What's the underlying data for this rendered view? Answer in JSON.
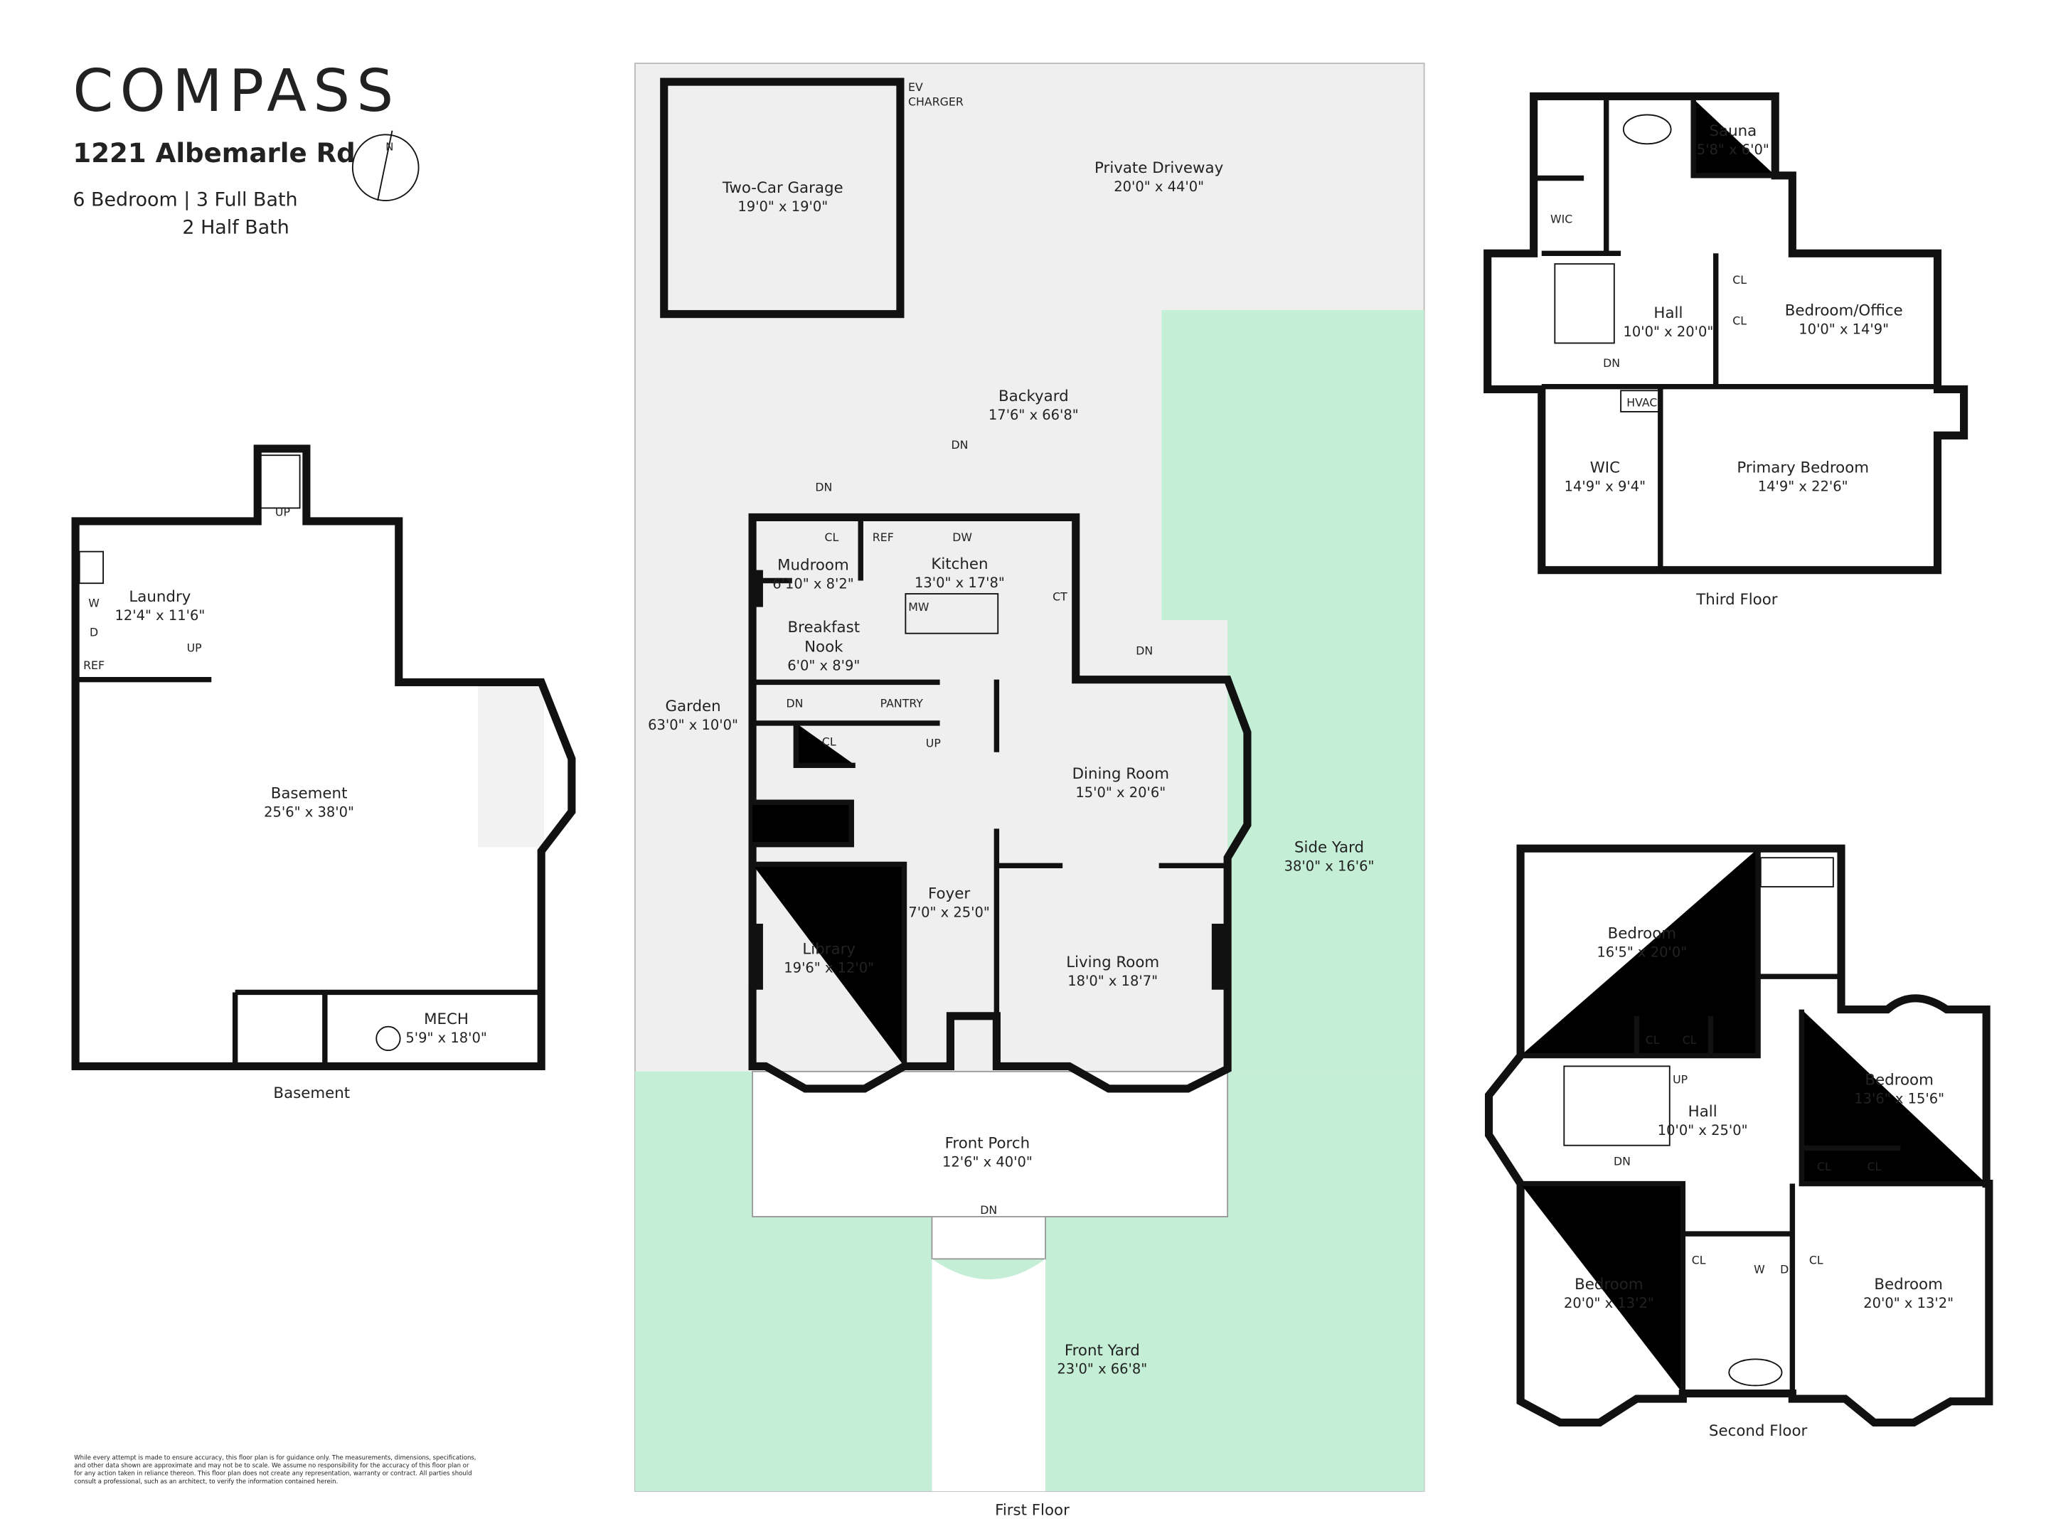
{
  "brand": {
    "logo": "COMPASS"
  },
  "header": {
    "address": "1221 Albemarle Rd",
    "summary_line1": "6 Bedroom | 3 Full Bath",
    "summary_line2": "2 Half Bath",
    "north_label": "N"
  },
  "colors": {
    "lawn": "#c4eed5",
    "paved": "#efefef",
    "wall": "#111111"
  },
  "basement": {
    "caption": "Basement",
    "rooms": [
      {
        "name": "Laundry",
        "dims": "12'4\" x 11'6\""
      },
      {
        "name": "Basement",
        "dims": "25'6\" x 38'0\""
      },
      {
        "name": "MECH",
        "dims": "5'9\" x 18'0\""
      }
    ],
    "fixtures": {
      "w": "W",
      "d": "D",
      "ref": "REF",
      "up1": "UP",
      "up2": "UP"
    }
  },
  "first_floor": {
    "caption": "First Floor",
    "rooms": [
      {
        "name": "Two-Car Garage",
        "dims": "19'0\" x 19'0\""
      },
      {
        "name": "Private Driveway",
        "dims": "20'0\" x 44'0\""
      },
      {
        "name": "Backyard",
        "dims": "17'6\" x 66'8\""
      },
      {
        "name": "Mudroom",
        "dims": "6'10\" x 8'2\""
      },
      {
        "name": "Kitchen",
        "dims": "13'0\" x 17'8\""
      },
      {
        "name": "Breakfast",
        "name2": "Nook",
        "dims": "6'0\" x 8'9\""
      },
      {
        "name": "Garden",
        "dims": "63'0\" x 10'0\""
      },
      {
        "name": "Dining Room",
        "dims": "15'0\" x 20'6\""
      },
      {
        "name": "Side Yard",
        "dims": "38'0\" x 16'6\""
      },
      {
        "name": "Foyer",
        "dims": "7'0\" x 25'0\""
      },
      {
        "name": "Library",
        "dims": "19'6\" x 12'0\""
      },
      {
        "name": "Living Room",
        "dims": "18'0\" x 18'7\""
      },
      {
        "name": "Front Porch",
        "dims": "12'6\" x 40'0\""
      },
      {
        "name": "Front Yard",
        "dims": "23'0\" x 66'8\""
      }
    ],
    "fixtures": {
      "ev1": "EV",
      "ev2": "CHARGER",
      "cl1": "CL",
      "ref": "REF",
      "dw": "DW",
      "mw": "MW",
      "ct": "CT",
      "pantry": "PANTRY",
      "cl2": "CL",
      "dn1": "DN",
      "dn2": "DN",
      "dn3": "DN",
      "dn4": "DN",
      "dn5": "DN",
      "up": "UP"
    }
  },
  "third_floor": {
    "caption": "Third Floor",
    "rooms": [
      {
        "name": "Sauna",
        "dims": "5'8\" x 6'0\""
      },
      {
        "name": "Hall",
        "dims": "10'0\" x 20'0\""
      },
      {
        "name": "Bedroom/Office",
        "dims": "10'0\" x 14'9\""
      },
      {
        "name": "WIC",
        "dims": "14'9\" x 9'4\""
      },
      {
        "name": "Primary Bedroom",
        "dims": "14'9\" x 22'6\""
      }
    ],
    "fixtures": {
      "wic": "WIC",
      "cl1": "CL",
      "cl2": "CL",
      "hvac": "HVAC",
      "dn": "DN"
    }
  },
  "second_floor": {
    "caption": "Second Floor",
    "rooms": [
      {
        "name": "Bedroom",
        "dims": "16'5\" x 20'0\""
      },
      {
        "name": "Bedroom",
        "dims": "13'6\" x 15'6\""
      },
      {
        "name": "Hall",
        "dims": "10'0\" x 25'0\""
      },
      {
        "name": "Bedroom",
        "dims": "20'0\" x 13'2\""
      },
      {
        "name": "Bedroom",
        "dims": "20'0\" x 13'2\""
      }
    ],
    "fixtures": {
      "cl1": "CL",
      "cl2": "CL",
      "cl3": "CL",
      "cl4": "CL",
      "cl5": "CL",
      "cl6": "CL",
      "w": "W",
      "d": "D",
      "up": "UP",
      "dn": "DN"
    }
  },
  "disclaimer": {
    "line1": "While every attempt is made to ensure accuracy, this floor plan is for guidance only. The measurements, dimensions, specifications,",
    "line2": "and other data shown are approximate and may not be to scale. We assume no responsibility for the accuracy of this floor plan or",
    "line3": "for any action taken in reliance thereon. This floor plan does not create any representation, warranty or contract. All parties should",
    "line4": "consult a professional, such as an architect, to verify the information contained herein."
  }
}
